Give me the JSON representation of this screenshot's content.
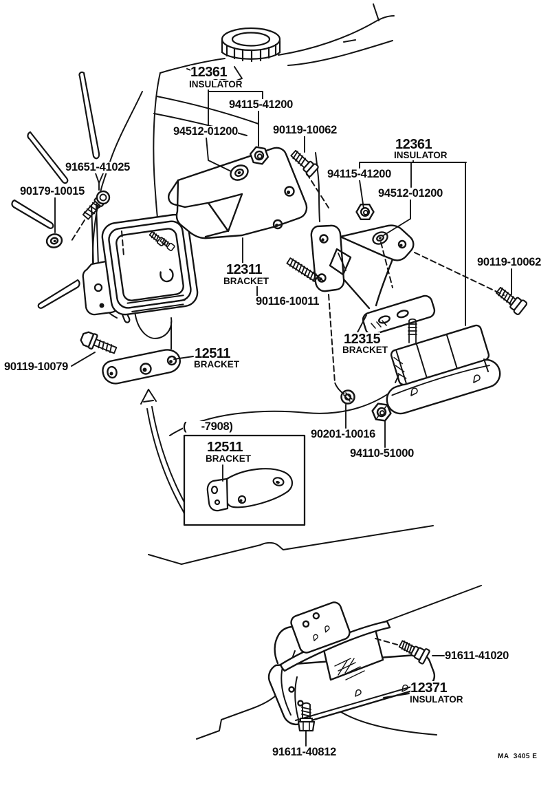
{
  "figure": {
    "code": "MA  3405 E",
    "inset_range_note": "(     -7908)"
  },
  "callouts": {
    "insulator_front": {
      "part_no": "12361",
      "part_name": "INSULATOR"
    },
    "nut_front": "94115-41200",
    "washer_front": "94512-01200",
    "bolt_front_upper": "90119-10062",
    "insulator_front_rh": {
      "part_no": "12361",
      "part_name": "INSULATOR"
    },
    "nut_front_rh": "94115-41200",
    "washer_front_rh": "94512-01200",
    "fan_bolt": "91651-41025",
    "fan_washer": "90179-10015",
    "bolt_rh": "90119-10062",
    "bracket_front": {
      "part_no": "12311",
      "part_name": "BRACKET"
    },
    "stud": "90116-10011",
    "bracket_front_rh": {
      "part_no": "12315",
      "part_name": "BRACKET"
    },
    "bolt_lh": "90119-10079",
    "bracket_side": {
      "part_no": "12511",
      "part_name": "BRACKET"
    },
    "bracket_side_early": {
      "part_no": "12511",
      "part_name": "BRACKET"
    },
    "washer_rear_plate": "90201-10016",
    "nut_rear_plate": "94110-51000",
    "bolt_rear_upper": "91611-41020",
    "insulator_rear": {
      "part_no": "12371",
      "part_name": "INSULATOR"
    },
    "bolt_rear_lower": "91611-40812"
  }
}
